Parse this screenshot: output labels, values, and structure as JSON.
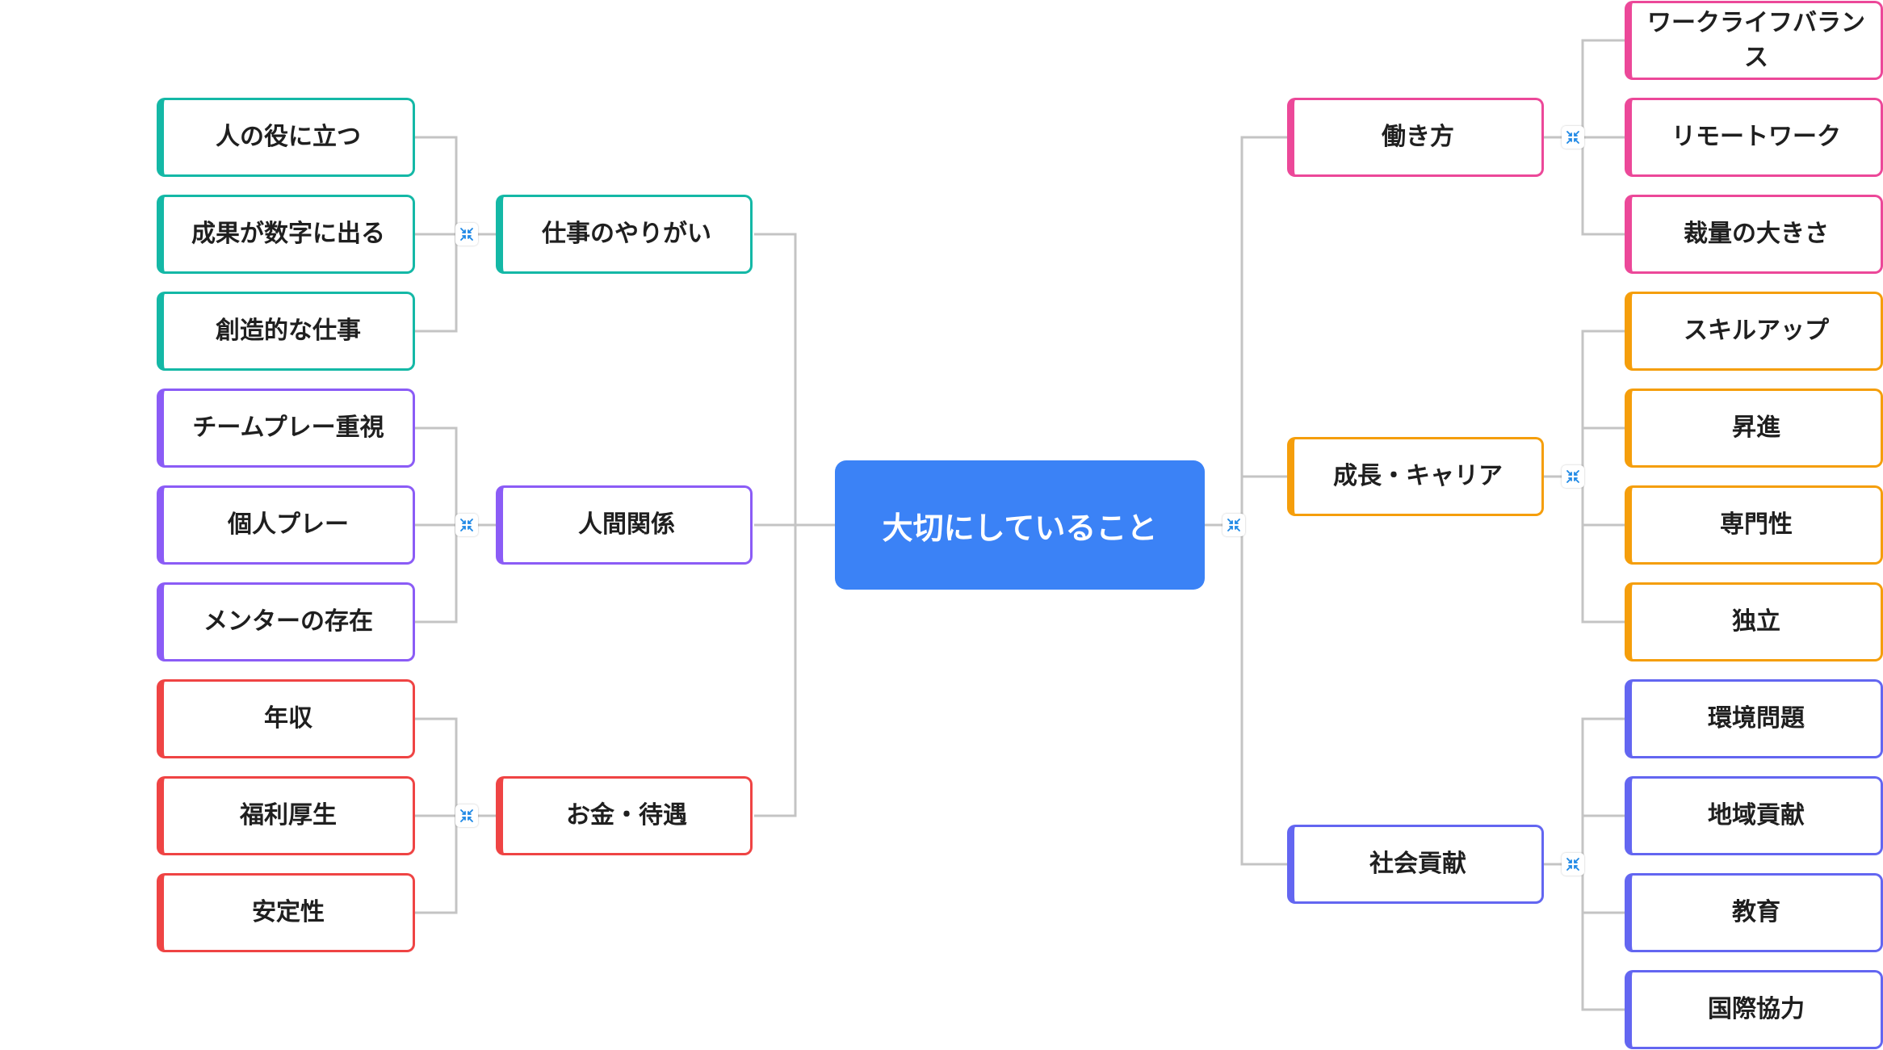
{
  "root": {
    "label": "大切にしていること"
  },
  "branches": {
    "yarigai": {
      "label": "仕事のやりがい",
      "color": "#14b8a6",
      "children": [
        "人の役に立つ",
        "成果が数字に出る",
        "創造的な仕事"
      ]
    },
    "ningen": {
      "label": "人間関係",
      "color": "#8b5cf6",
      "children": [
        "チームプレー重視",
        "個人プレー",
        "メンターの存在"
      ]
    },
    "okane": {
      "label": "お金・待遇",
      "color": "#ef4444",
      "children": [
        "年収",
        "福利厚生",
        "安定性"
      ]
    },
    "hatarakikata": {
      "label": "働き方",
      "color": "#ec4899",
      "children": [
        "ワークライフバランス",
        "リモートワーク",
        "裁量の大きさ"
      ]
    },
    "seicho": {
      "label": "成長・キャリア",
      "color": "#f59e0b",
      "children": [
        "スキルアップ",
        "昇進",
        "専門性",
        "独立"
      ]
    },
    "shakai": {
      "label": "社会貢献",
      "color": "#6366f1",
      "children": [
        "環境問題",
        "地域貢献",
        "教育",
        "国際協力"
      ]
    }
  },
  "icons": {
    "collapse": "collapse-icon"
  }
}
